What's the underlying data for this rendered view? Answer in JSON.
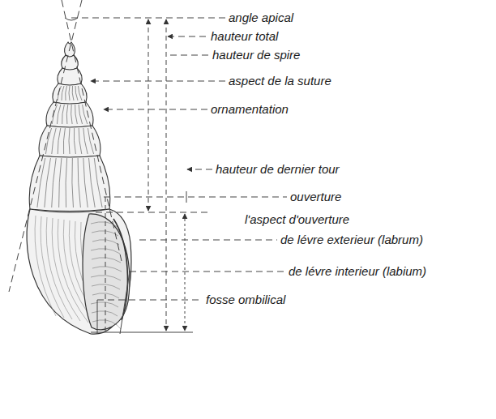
{
  "diagram": {
    "labels": [
      "angle apical",
      "hauteur total",
      "hauteur de spire",
      "aspect de la suture",
      "ornamentation",
      "hauteur de dernier tour",
      "ouverture",
      "l'aspect d'ouverture",
      "de lévre exterieur (labrum)",
      "de lévre interieur (labium)",
      "fosse ombilical"
    ]
  }
}
